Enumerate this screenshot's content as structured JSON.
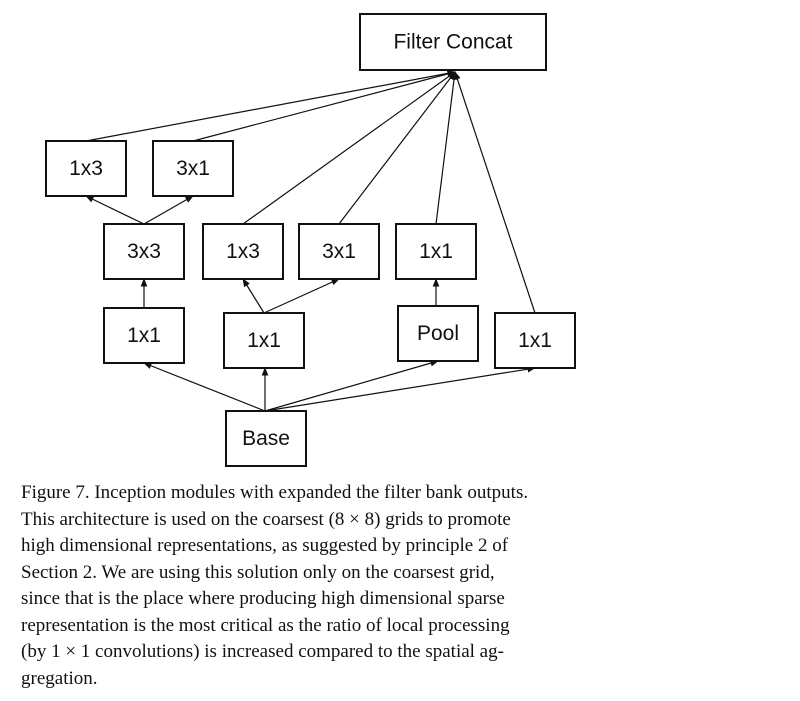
{
  "diagram": {
    "nodes": [
      {
        "id": "filter_concat",
        "label": "Filter Concat"
      },
      {
        "id": "b1_1x3",
        "label": "1x3"
      },
      {
        "id": "b1_3x1",
        "label": "3x1"
      },
      {
        "id": "b1_3x3",
        "label": "3x3"
      },
      {
        "id": "b2_1x3",
        "label": "1x3"
      },
      {
        "id": "b2_3x1",
        "label": "3x1"
      },
      {
        "id": "b3_1x1_top",
        "label": "1x1"
      },
      {
        "id": "b1_1x1",
        "label": "1x1"
      },
      {
        "id": "b2_1x1",
        "label": "1x1"
      },
      {
        "id": "b3_pool",
        "label": "Pool"
      },
      {
        "id": "b4_1x1",
        "label": "1x1"
      },
      {
        "id": "base",
        "label": "Base"
      }
    ],
    "edges": [
      {
        "from": "base",
        "to": "b1_1x1"
      },
      {
        "from": "base",
        "to": "b2_1x1"
      },
      {
        "from": "base",
        "to": "b3_pool"
      },
      {
        "from": "base",
        "to": "b4_1x1"
      },
      {
        "from": "b1_1x1",
        "to": "b1_3x3"
      },
      {
        "from": "b1_3x3",
        "to": "b1_1x3"
      },
      {
        "from": "b1_3x3",
        "to": "b1_3x1"
      },
      {
        "from": "b2_1x1",
        "to": "b2_1x3"
      },
      {
        "from": "b2_1x1",
        "to": "b2_3x1"
      },
      {
        "from": "b3_pool",
        "to": "b3_1x1_top"
      },
      {
        "from": "b1_1x3",
        "to": "filter_concat"
      },
      {
        "from": "b1_3x1",
        "to": "filter_concat"
      },
      {
        "from": "b2_1x3",
        "to": "filter_concat"
      },
      {
        "from": "b2_3x1",
        "to": "filter_concat"
      },
      {
        "from": "b3_1x1_top",
        "to": "filter_concat"
      },
      {
        "from": "b4_1x1",
        "to": "filter_concat"
      }
    ]
  },
  "caption": {
    "lines": [
      "Figure 7. Inception modules with expanded the filter bank outputs.",
      "This architecture is used on the coarsest (8 × 8) grids to promote",
      "high dimensional representations, as suggested by principle 2 of",
      "Section 2.  We are using this solution only on the coarsest grid,",
      "since that is the place where producing high dimensional sparse",
      "representation is the most critical as the ratio of local processing",
      "(by 1 × 1 convolutions) is increased compared to the spatial ag-",
      "gregation."
    ]
  }
}
